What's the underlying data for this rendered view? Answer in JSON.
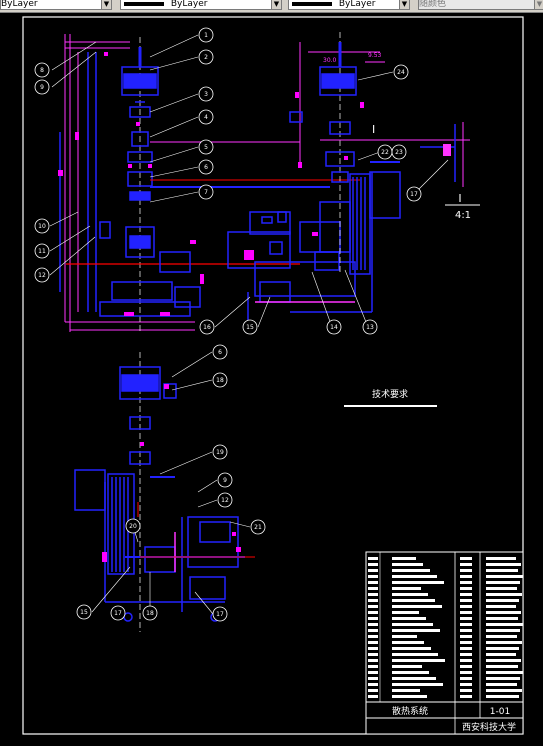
{
  "toolbar": {
    "layer_combo_value": "ByLayer",
    "linetype_combo_value": "ByLayer",
    "lineweight_combo_value": "ByLayer",
    "plotstyle_combo_value": "随颜色"
  },
  "drawing": {
    "callouts_top": [
      "1",
      "2",
      "3",
      "4",
      "5",
      "6",
      "7",
      "8",
      "9",
      "10",
      "11",
      "12",
      "13",
      "14",
      "15",
      "16",
      "22",
      "23",
      "24",
      "17"
    ],
    "dimension_labels": [
      "30.0",
      "9.53"
    ],
    "section_label": "I",
    "section_scale": "4:1",
    "callouts_bottom": [
      "6",
      "18",
      "19",
      "9",
      "12",
      "20",
      "21",
      "15",
      "17",
      "18"
    ],
    "technical_requirements": "技术要求"
  },
  "title_block": {
    "drawing_name": "散热系统",
    "drawing_number": "1-01",
    "school": "西安科技大学"
  }
}
